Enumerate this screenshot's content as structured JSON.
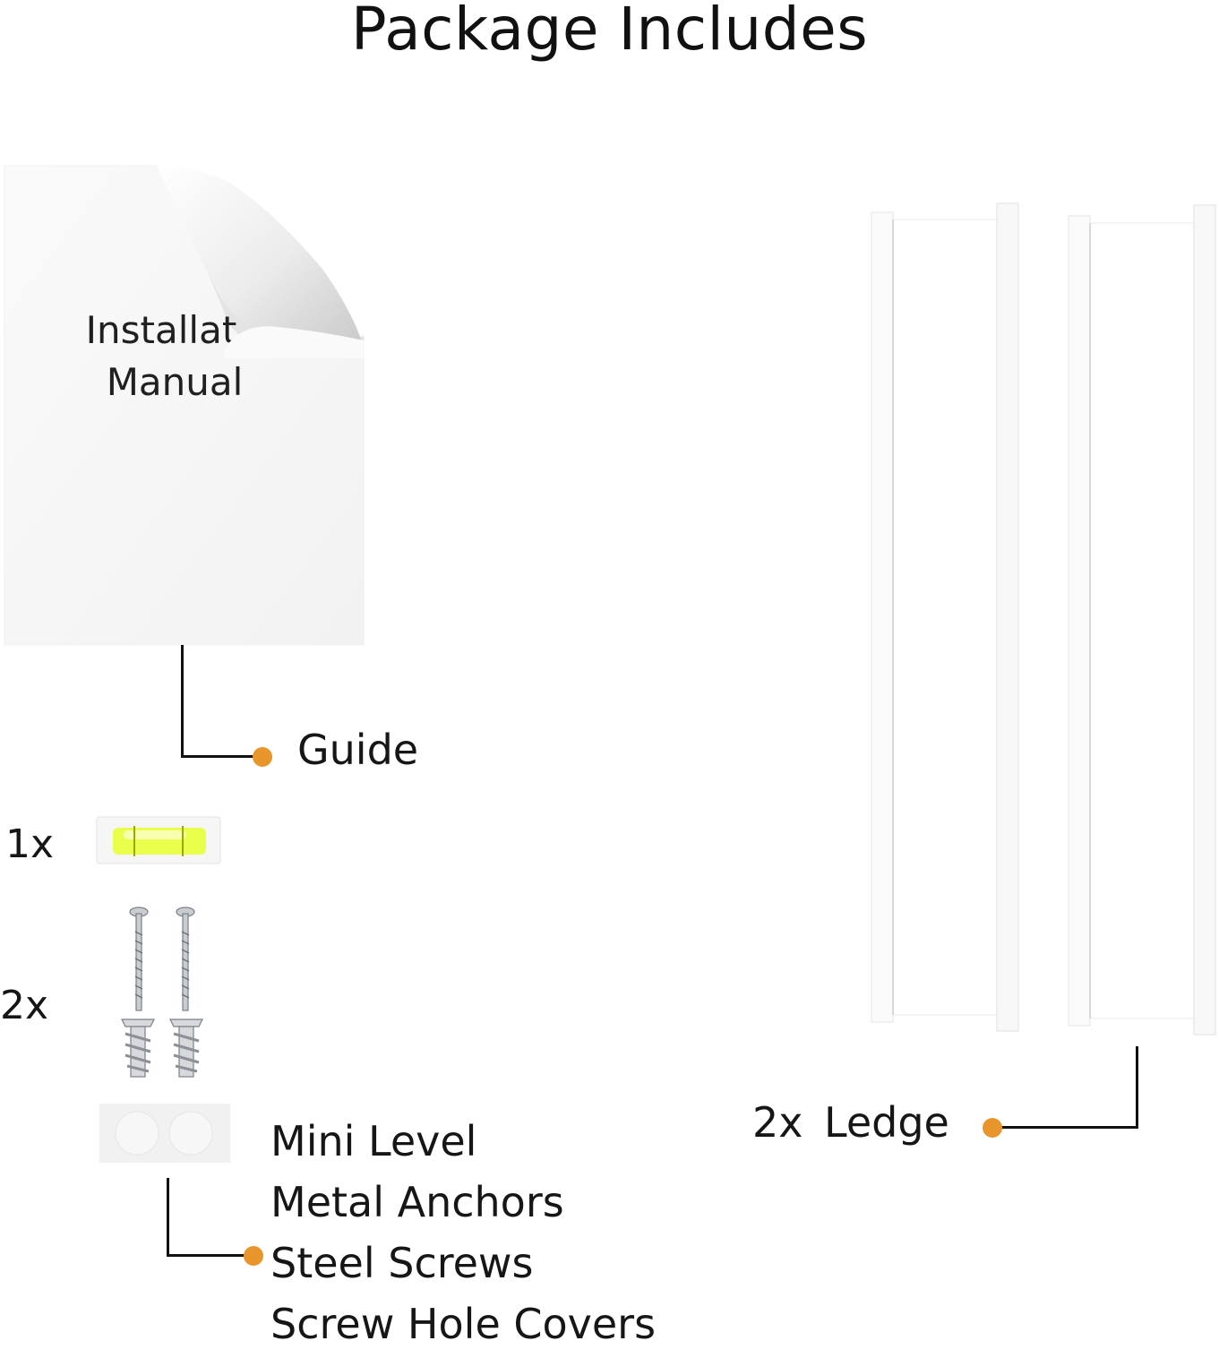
{
  "title": "Package Includes",
  "manual": {
    "line1": "Installat",
    "line2": "Manual"
  },
  "callouts": {
    "guide": "Guide",
    "ledge_count": "2x",
    "ledge": "Ledge"
  },
  "counts": {
    "level": "1x",
    "screws_anchors": "2x"
  },
  "hardware_list": [
    "Mini Level",
    "Metal Anchors",
    "Steel Screws",
    "Screw Hole Covers"
  ],
  "colors": {
    "accent_dot": "#e8952c",
    "level_vial": "#e9ff3a"
  },
  "icons": [
    "manual-page-curl-icon",
    "mini-level-icon",
    "screw-icon",
    "wall-anchor-icon",
    "hole-cover-sheet-icon",
    "ledge-shelf-icon"
  ]
}
